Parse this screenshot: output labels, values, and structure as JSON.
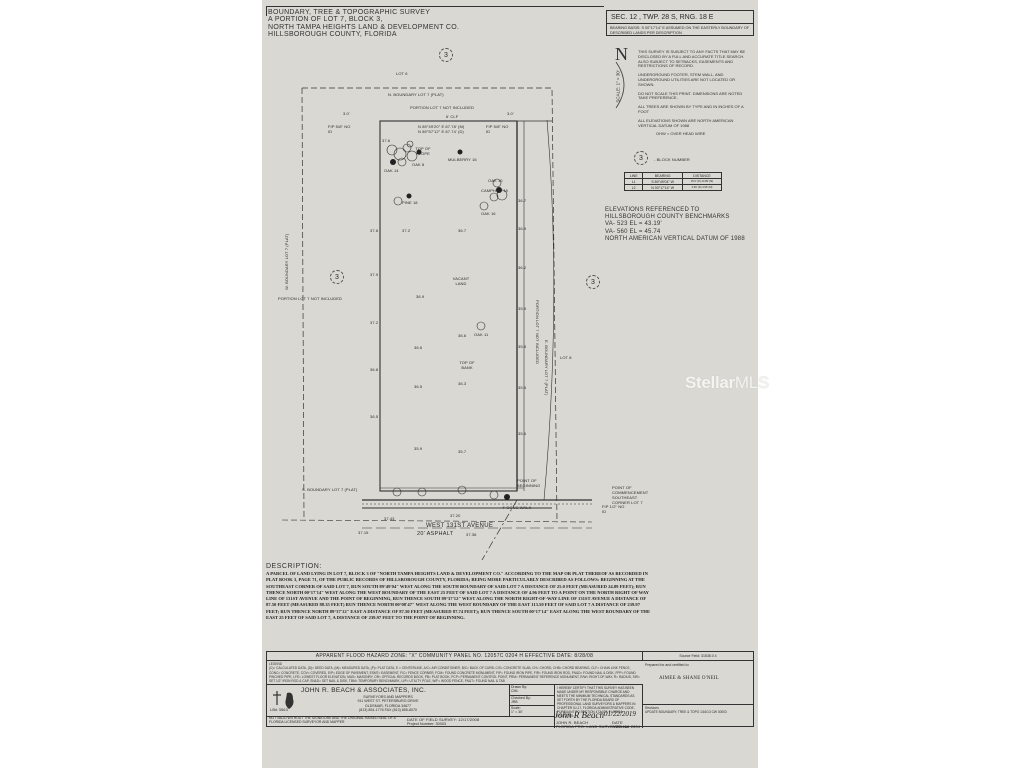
{
  "title_block": {
    "lines": [
      "BOUNDARY, TREE & TOPOGRAPHIC SURVEY",
      "A PORTION OF LOT 7, BLOCK 3,",
      "NORTH TAMPA HEIGHTS LAND & DEVELOPMENT CO.",
      "HILLSBOROUGH COUNTY, FLORIDA"
    ]
  },
  "section_box": {
    "sec": "12",
    "twp": "28",
    "twp_dir": "S",
    "rng": "18",
    "rng_dir": "E",
    "text": "SEC. 12 , TWP. 28 S, RNG. 18 E"
  },
  "bearing_basis": "BEARING BASIS: S 00°17'14\" E ASSUMED ON THE EASTERLY BOUNDARY OF DESCRIBED LANDS PER DESCRIPTION",
  "north_arrow": {
    "label": "N",
    "scale": "SCALE: 1\" = 30'"
  },
  "notes": [
    "THIS SURVEY IS SUBJECT TO ANY FACTS THAT MAY BE DISCLOSED BY A FULL AND ACCURATE TITLE SEARCH. ALSO SUBJECT TO SETBACKS, EASEMENTS AND RESTRICTIONS OF RECORD.",
    "UNDERGROUND FOOTER, STEM WALL, AND UNDERGROUND UTILITIES ARE NOT LOCATED OR SHOWN.",
    "DO NOT SCALE THIS PRINT. DIMENSIONS ARE NOTED TAKE PREFERENCE.",
    "ALL TREES ARE SHOWN BY TYPE AND IN INCHES OF A FOOT",
    "ALL ELEVATIONS SHOWN ARE NORTH AMERICAN VERTICAL DATUM OF 1988",
    "OHW = OVER HEAD WIRE"
  ],
  "block_number_legend": {
    "number": "3",
    "label": "- BLOCK NUMBER"
  },
  "line_table": {
    "headers": [
      "LINE",
      "BEARING",
      "DISTANCE"
    ],
    "rows": [
      {
        "line": "L1",
        "bearing": "S 89°49'04\" W",
        "distance": "25.0' (D) 24.89' (M)"
      },
      {
        "line": "L2",
        "bearing": "N 00°17'14\" W",
        "distance": "4.96' (D) 4.96' (M)"
      }
    ]
  },
  "elevations": [
    "ELEVATIONS REFERENCED TO",
    "HILLSBOROUGH COUNTY BENCHMARKS",
    "VA- 523 EL = 43.19'",
    "VA- 560 EL = 45.74",
    "NORTH AMERICAN VERTICAL DATUM OF 1988"
  ],
  "plot": {
    "lot_north": "LOT 6",
    "north_boundary": "N. BOUNDARY LOT 7 (PLAT)",
    "portion_not_included_top": "PORTION LOT 7 NOT INCLUDED",
    "portion_not_included_left": "PORTION LOT 7 NOT INCLUDED",
    "portion_not_included_right": "PORTION LOT 7 NOT INCLUDED",
    "left_boundary": "W. BOUNDARY LOT 7 (PLAT)",
    "right_boundary": "E. BOUNDARY LOT 7 (PLAT)",
    "lot_east": "LOT 8",
    "vacant_land": "VACANT LAND",
    "top_of_slope": "TOP OF SLOPE",
    "top_of_bank": "TOP OF BANK",
    "fence_label": "6' CLF",
    "dim_left": "3.0'",
    "dim_right": "3.0'",
    "fip_left": "FIP 5/8\" NO ID",
    "fip_right": "FIP 5/8\" NO ID",
    "bearing_top_1": "N 89°49'20\" E 87.78' (M)",
    "bearing_top_2": "N 89°57'12\" E 87.74' (D)",
    "street": "WEST 131ST AVENUE",
    "street_width": "20' ASPHALT",
    "sidewalk": "4' CONC WALK",
    "point_of_commencement": "POINT OF COMMENCEMENT SOUTHEAST CORNER LOT 7",
    "point_of_beginning": "POINT OF BEGINNING",
    "fip_se": "FIP 1/2\" NO ID",
    "south_boundary": "S. BOUNDARY LOT 7 (PLAT)",
    "block_numbers": [
      "3",
      "3",
      "3"
    ],
    "elevations_interior": [
      "37.2",
      "36.7",
      "36.9",
      "36.6",
      "36.6",
      "36.5",
      "36.3",
      "35.9",
      "35.7",
      "37.6"
    ],
    "elevations_left": [
      "37.6",
      "37.9",
      "37.2",
      "36.8",
      "36.5"
    ],
    "elevations_right": [
      "36.7",
      "36.9",
      "36.2",
      "35.9",
      "35.8",
      "35.5",
      "35.6"
    ],
    "trees": [
      "OAK 8",
      "OAK 14",
      "PINE 18",
      "CAMPHOR 15",
      "OAK 10",
      "OAK 16",
      "MULBERRY 16",
      "OAK 11"
    ],
    "dims_bottom": [
      "37.43",
      "37.20",
      "37.36",
      "37.15"
    ]
  },
  "description": {
    "heading": "DESCRIPTION:",
    "body": "A PARCEL OF LAND LYING IN LOT 7, BLOCK 3 OF \"NORTH TAMPA HEIGHTS LAND & DEVELOPMENT CO.\" ACCORDING TO THE MAP OR PLAT THEREOF AS RECORDED IN PLAT BOOK 3, PAGE 71, OF THE PUBLIC RECORDS OF HILLSBOROUGH COUNTY, FLORIDA; BEING MORE PARTICULARLY DESCRIBED AS FOLLOWS: BEGINNING AT THE SOUTHEAST CORNER OF SAID LOT 7, RUN SOUTH 89°49'04\" WEST ALONG THE SOUTH BOUNDARY OF SAID LOT 7 A DISTANCE OF 25.0 FEET (MEASURED 24.89 FEET); RUN THENCE NORTH 00°17'14\" WEST ALONG THE WEST BOUNDARY OF THE EAST 25 FEET OF SAID LOT 7 A DISTANCE OF 4.96 FEET TO A POINT ON THE NORTH RIGHT OF WAY LINE OF 131ST AVENUE AND THE POINT OF BEGINNING, RUN THENCE SOUTH 89°37'12\" WEST ALONG THE NORTH RIGHT-OF-WAY LINE OF 131ST AVENUE A DISTANCE OF 87.50 FEET (MEASURED 88.35 FEET) RUN THENCE NORTH 00°08'47\" WEST ALONG THE WEST BOUNDARY OF THE EAST 113.50 FEET OF SAID LOT 7 A DISTANCE OF 239.97 FEET; RUN THENCE NORTH 89°37'12\" EAST A DISTANCE OF 87.50 FEET (MEASURED 87.74 FEET); RUN THENCE SOUTH 00°17'14\" EAST ALONG THE WEST BOUNDARY OF THE EAST 25 FEET OF SAID LOT 7, A DISTANCE OF 239.97 FEET TO THE POINT OF BEGINNING."
  },
  "flood": {
    "text": "APPARENT FLOOD HAZARD ZONE: \"X\"   COMMUNITY PANEL NO. 12057C 0204 H EFFECTIVE DATE: 8/28/08"
  },
  "source": "Source Field: 31538.0 4",
  "legend": {
    "heading": "LEGEND",
    "text": "(C)= CALCULATED DATA, (D)= DEED DATA, (M)= MEASURED DATA, (P)= PLAT DATA, E = CENTERLINE, A/C= AIR CONDITIONER, B/C= BACK OF CURB, C/S= CONCRETE SLAB, CH= CHORD, CHB= CHORD BEARING, CLF= CHAIN LINK FENCE, CONC= CONCRETE, COV= COVERED, E/P= EDGE OF PAVEMENT, ESMT= EASEMENT, F/C= FENCE CORNER, FCM= FOUND CONCRETE MONUMENT, FIP= FOUND IRON PIPE, FIR= FOUND IRON ROD, FN&D= FOUND NAIL & DISK, FPP= FOUND PINCHED PIPE, LFE= LOWEST FLOOR ELEVATION, MAS= MASONRY, OR= OFFICIAL RECORDS BOOK, PB= PLAT BOOK, PCP= PERMANENT CONTROL POINT, PRM= PERMANENT REFERENCE MONUMENT, R/W= RIGHT-OF-WAY, R= RADIUS, SIR= SET 1/2\" IRON ROD & CAP, SN&D= SET NAIL & DISK, TBM= TEMPORARY BENCHMARK, U/P= UTILITY POLE, W/F= WOOD FENCE, FN&T= FOUND NAIL & TAB"
  },
  "prepared_for": {
    "label": "Prepared for and certified to:",
    "client": "AIMEE & SHANE O'NEIL"
  },
  "firm": {
    "name": "JOHN R. BEACH & ASSOCIATES, INC.",
    "lines": [
      "SURVEYORS AND MAPPERS",
      "911 WEST ST. PETERSBURG DRIVE",
      "OLDSMAR, FLORIDA 34677",
      "(813) 854-1776 FAX (813) 855-8070"
    ],
    "logo_text": "LB# 3563"
  },
  "drawn_by": {
    "label": "Drawn By:",
    "value": "CML"
  },
  "checked_by": {
    "label": "Checked By:",
    "value": "JRB"
  },
  "scale": {
    "label": "Scale:",
    "value": "1\" = 30'"
  },
  "certification": "I HEREBY CERTIFY THAT THIS SURVEY HAS BEEN MADE UNDER MY RESPONSIBLE CHARGE AND MEETS THE MINIMUM TECHNICAL STANDARDS AS SET FORTH BY THE FLORIDA BOARD OF PROFESSIONAL LAND SURVEYORS & MAPPERS IN CHAPTER 5J-17, FLORIDA ADMINISTRATIVE CODE, PURSUANT TO SECTION 472.027, FLORIDA STATUTES.",
  "signature": {
    "name": "John R Beach",
    "date": "01/22/2019",
    "surveyor": "JOHN R. BEACH",
    "license": "FLORIDA PRO. LAND SURVEYOR No. 2804",
    "date_label": "DATE",
    "job": "JOB#463"
  },
  "revisions": {
    "label": "Revisions",
    "text": "UPDATE BOUNDARY, TREE & TOPO 1/16/13 CW 30003"
  },
  "not_valid": "NOT VALID WITHOUT THE SIGNATURE AND THE ORIGINAL RAISED SEAL OF A FLORIDA LICENSED SURVEYOR AND MAPPER",
  "field_survey": "DATE OF FIELD SURVEY: 12/17/2008",
  "project_number": "Project Number: 30003",
  "watermark": {
    "brand": "Stellar",
    "suffix": "MLS"
  }
}
